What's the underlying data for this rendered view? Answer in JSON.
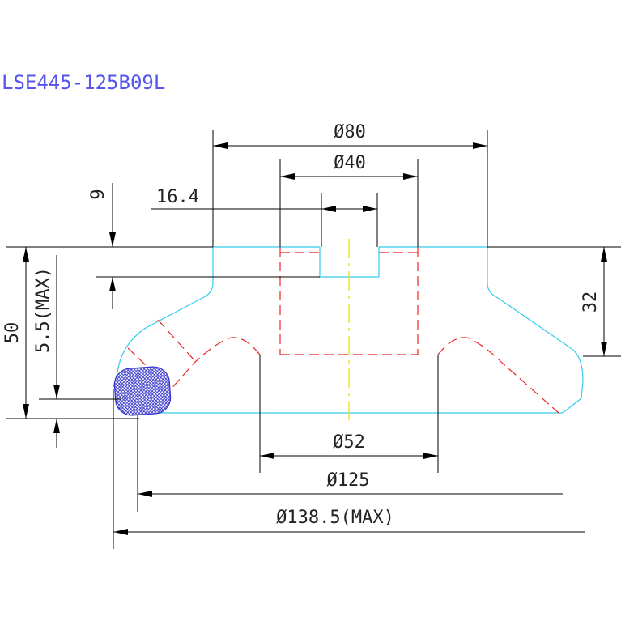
{
  "title": "LSE445-125B09L",
  "colors": {
    "title": "#5555ee",
    "outline": "#33ccee",
    "hidden": "#ee2222",
    "centerline": "#eedd00",
    "seal_hatch": "#3333cc",
    "dimension": "#000000"
  },
  "dimensions": {
    "d80": "Ø80",
    "d40": "Ø40",
    "dim_9": "9",
    "dim_16_4": "16.4",
    "dim_50": "50",
    "dim_5_5": "5.5(MAX)",
    "dim_32": "32",
    "d52": "Ø52",
    "d125": "Ø125",
    "d138_5": "Ø138.5(MAX)"
  }
}
